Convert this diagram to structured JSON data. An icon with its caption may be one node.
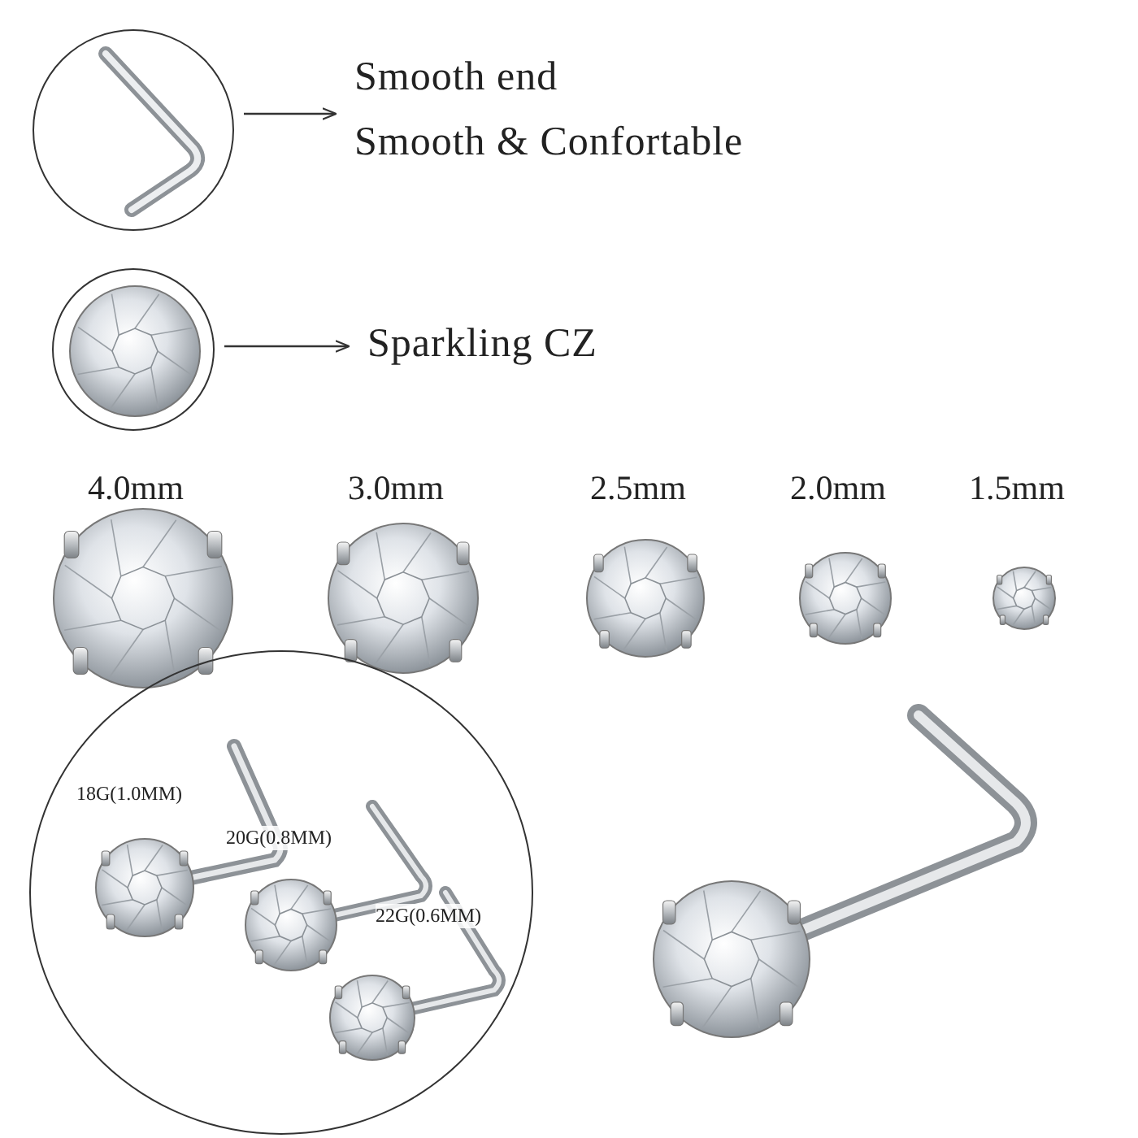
{
  "diagram": {
    "nodes": [
      {
        "text": [],
        "shape": "picture"
      },
      {
        "text": [
          "Smooth end",
          "Smooth & Confortable"
        ]
      },
      {
        "text": [],
        "shape": "picture"
      },
      {
        "text": [
          "Sparkling CZ"
        ]
      },
      {
        "text": [
          "18G(1.0MM)",
          "20G(0.8MM)",
          "22G(0.6MM)"
        ]
      }
    ],
    "edges": [
      {
        "from": 0,
        "to": 1,
        "arrow": "to"
      },
      {
        "from": 2,
        "to": 3,
        "arrow": "to"
      }
    ],
    "labels": [
      "4.0mm",
      "3.0mm",
      "2.5mm",
      "2.0mm",
      "1.5mm"
    ]
  }
}
